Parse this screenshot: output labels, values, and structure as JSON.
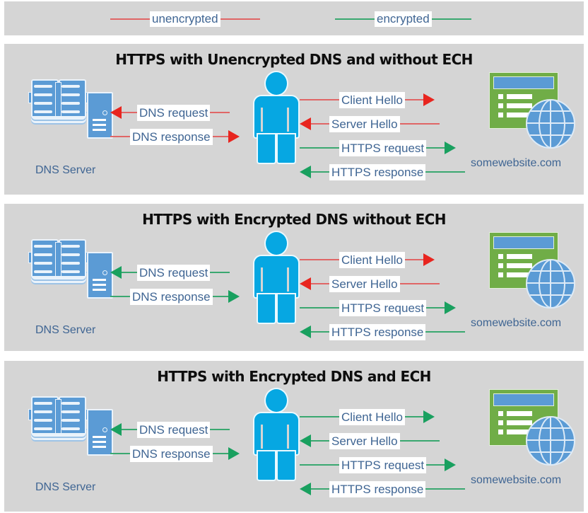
{
  "legend": {
    "items": [
      {
        "label": "unencrypted",
        "color": "#e06666",
        "name": "legend-unencrypted"
      },
      {
        "label": "encrypted",
        "color": "#3aa870",
        "name": "legend-encrypted"
      }
    ]
  },
  "nodes": {
    "dns_label": "DNS Server",
    "web_label": "somewebsite.com",
    "dns_icon": "open-book-directory-icon",
    "server_icon": "server-tower-icon",
    "person_icon": "user-person-icon",
    "browser_icon": "browser-window-icon",
    "globe_icon": "globe-icon"
  },
  "colors": {
    "panel_bg": "#d5d5d5",
    "page_bg": "#ffffff",
    "unencrypted": "#e06666",
    "unencrypted_head": "#e8251f",
    "encrypted": "#3aa870",
    "encrypted_head": "#19a05f",
    "label_text": "#3f6593",
    "title_text": "#0d0d0d",
    "person": "#06a7e2",
    "browser_green": "#70ad47",
    "blue": "#5b9bd5"
  },
  "panels": [
    {
      "id": "panel-1",
      "title": "HTTPS with Unencrypted DNS and without ECH",
      "dns_flows": [
        {
          "label": "DNS request",
          "direction": "left",
          "encrypted": false
        },
        {
          "label": "DNS response",
          "direction": "right",
          "encrypted": false
        }
      ],
      "web_flows": [
        {
          "label": "Client Hello",
          "direction": "right",
          "encrypted": false
        },
        {
          "label": "Server Hello",
          "direction": "left",
          "encrypted": false
        },
        {
          "label": "HTTPS request",
          "direction": "right",
          "encrypted": true
        },
        {
          "label": "HTTPS response",
          "direction": "left",
          "encrypted": true
        }
      ]
    },
    {
      "id": "panel-2",
      "title": "HTTPS with Encrypted DNS without ECH",
      "dns_flows": [
        {
          "label": "DNS request",
          "direction": "left",
          "encrypted": true
        },
        {
          "label": "DNS response",
          "direction": "right",
          "encrypted": true
        }
      ],
      "web_flows": [
        {
          "label": "Client Hello",
          "direction": "right",
          "encrypted": false
        },
        {
          "label": "Server Hello",
          "direction": "left",
          "encrypted": false
        },
        {
          "label": "HTTPS request",
          "direction": "right",
          "encrypted": true
        },
        {
          "label": "HTTPS response",
          "direction": "left",
          "encrypted": true
        }
      ]
    },
    {
      "id": "panel-3",
      "title": "HTTPS with Encrypted DNS and ECH",
      "dns_flows": [
        {
          "label": "DNS request",
          "direction": "left",
          "encrypted": true
        },
        {
          "label": "DNS response",
          "direction": "right",
          "encrypted": true
        }
      ],
      "web_flows": [
        {
          "label": "Client Hello",
          "direction": "right",
          "encrypted": true
        },
        {
          "label": "Server Hello",
          "direction": "left",
          "encrypted": true
        },
        {
          "label": "HTTPS request",
          "direction": "right",
          "encrypted": true
        },
        {
          "label": "HTTPS response",
          "direction": "left",
          "encrypted": true
        }
      ]
    }
  ]
}
